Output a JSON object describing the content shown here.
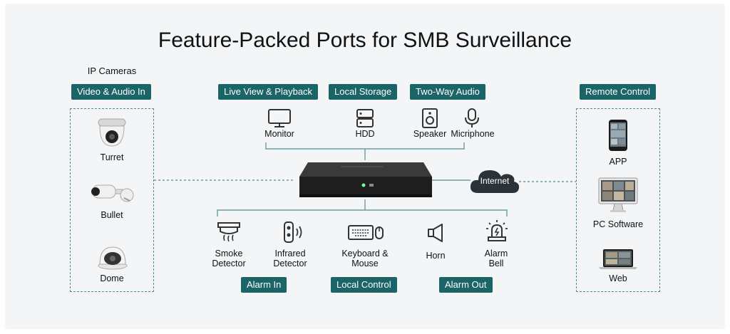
{
  "title": "Feature-Packed Ports for SMB Surveillance",
  "left": {
    "group_title": "IP Cameras",
    "badge": "Video & Audio In",
    "items": [
      "Turret",
      "Bullet",
      "Dome"
    ]
  },
  "top": {
    "badges": [
      "Live View & Playback",
      "Local Storage",
      "Two-Way Audio"
    ],
    "devices": [
      "Monitor",
      "HDD",
      "Speaker",
      "Micriphone"
    ]
  },
  "center": {
    "cloud_label": "Internet"
  },
  "bottom": {
    "devices": [
      "Smoke\nDetector",
      "Infrared\nDetector",
      "Keyboard &\nMouse",
      "Horn",
      "Alarm\nBell"
    ],
    "badges": [
      "Alarm In",
      "Local Control",
      "Alarm Out"
    ]
  },
  "right": {
    "badge": "Remote Control",
    "items": [
      "APP",
      "PC Software",
      "Web"
    ]
  },
  "colors": {
    "badge": "#1b6568",
    "line": "#4f8f92",
    "background": "#f4f5f6"
  }
}
